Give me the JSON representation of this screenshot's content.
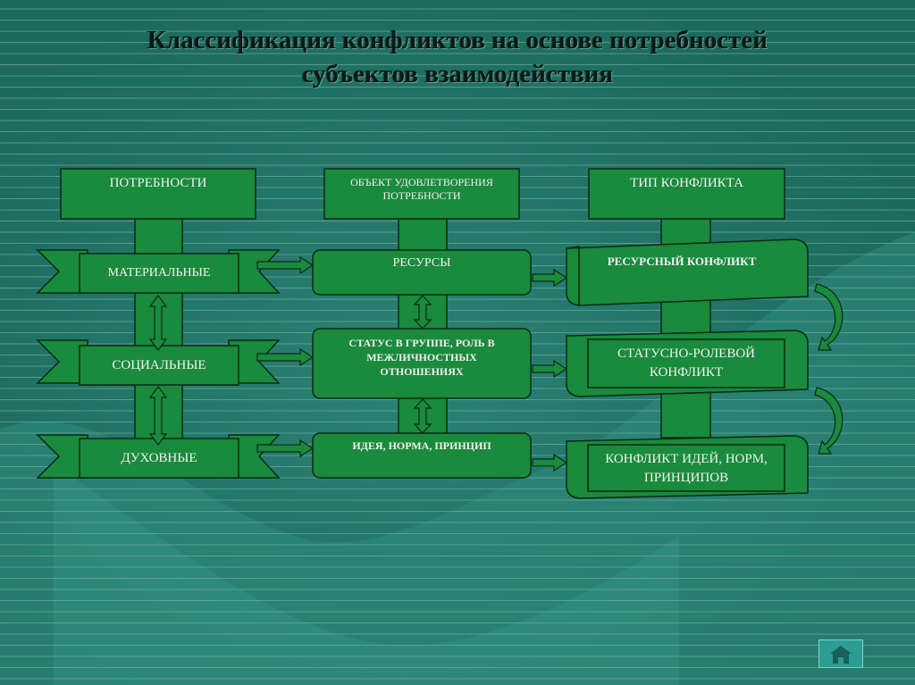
{
  "slide": {
    "title_line1": "Классификация конфликтов на основе потребностей",
    "title_line2": "субъектов взаимодействия"
  },
  "columns": {
    "needs_header": "ПОТРЕБНОСТИ",
    "object_header": "ОБЪЕКТ УДОВЛЕТВОРЕНИЯ ПОТРЕБНОСТИ",
    "type_header": "ТИП КОНФЛИКТА"
  },
  "needs": [
    "МАТЕРИАЛЬНЫЕ",
    "СОЦИАЛЬНЫЕ",
    "ДУХОВНЫЕ"
  ],
  "objects": [
    "РЕСУРСЫ",
    "СТАТУС В ГРУППЕ, РОЛЬ В МЕЖЛИЧНОСТНЫХ ОТНОШЕНИЯХ",
    "ИДЕЯ, НОРМА, ПРИНЦИП"
  ],
  "conflict_types": [
    "РЕСУРСНЫЙ КОНФЛИКТ",
    "СТАТУСНО-РОЛЕВОЙ КОНФЛИКТ",
    "КОНФЛИКТ ИДЕЙ, НОРМ, ПРИНЦИПОВ"
  ],
  "nav": {
    "home_icon": "home-icon"
  },
  "colors": {
    "background": "#1e6f62",
    "box_fill": "#1a8a3c",
    "box_stroke": "#0b2a14",
    "stripe": "#6aa89c"
  }
}
